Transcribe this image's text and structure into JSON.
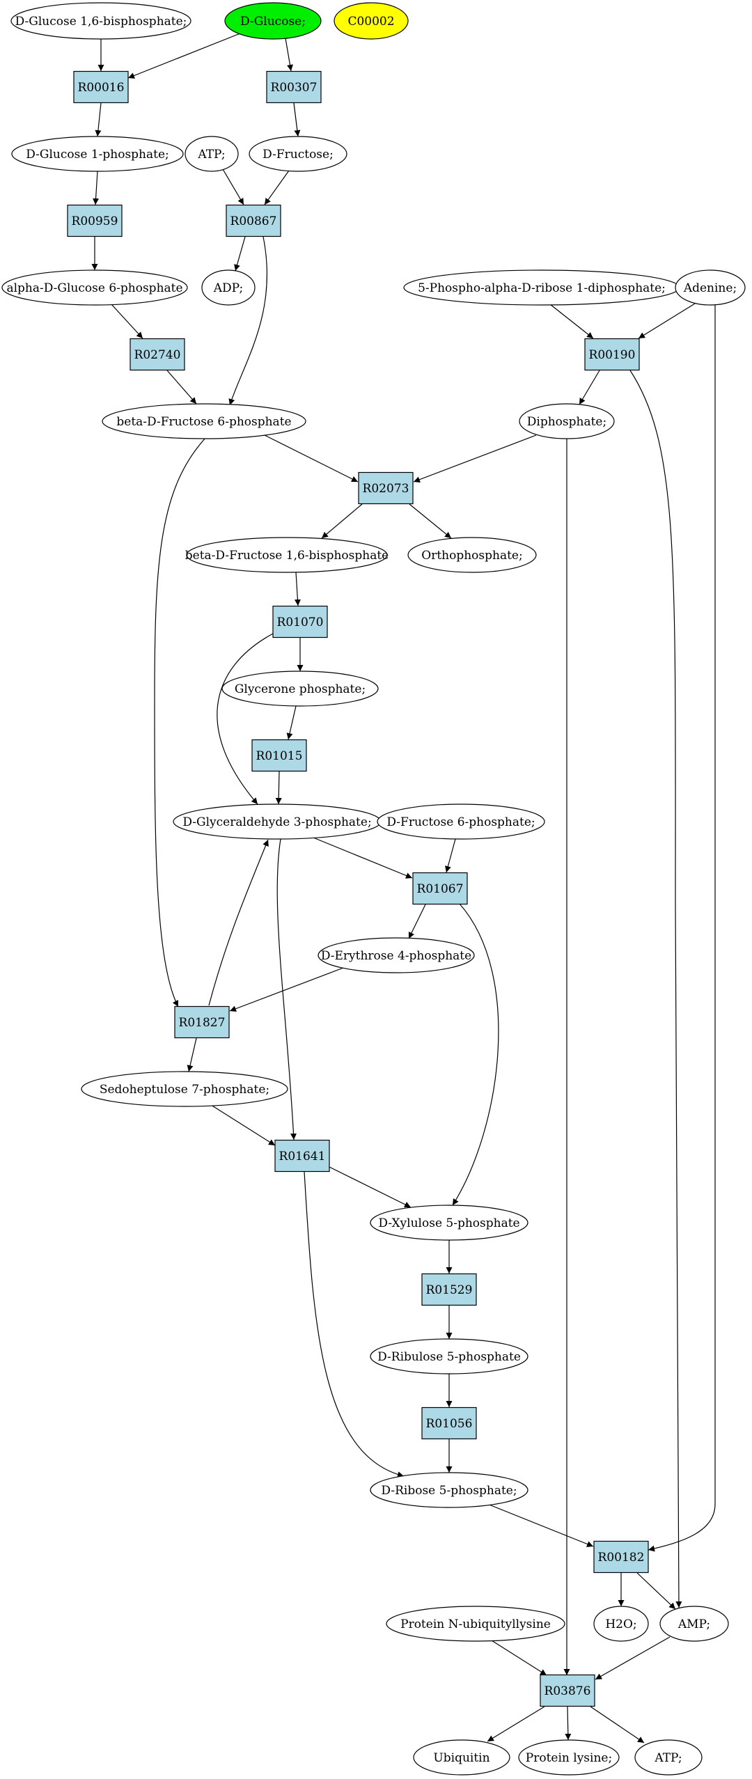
{
  "colors": {
    "compound_fill": "#ffffff",
    "reaction_fill": "#add8e6",
    "highlight_green": "#00ee00",
    "highlight_yellow": "#ffff00",
    "edge": "#000000"
  },
  "compounds": {
    "d_glucose_16bp": "D-Glucose 1,6-bisphosphate;",
    "d_glucose": "D-Glucose;",
    "c00002": "C00002",
    "d_glucose_1p": "D-Glucose 1-phosphate;",
    "atp_top": "ATP;",
    "d_fructose": "D-Fructose;",
    "alpha_d_glucose_6p": "alpha-D-Glucose 6-phosphate",
    "adp": "ADP;",
    "prpp": "5-Phospho-alpha-D-ribose 1-diphosphate;",
    "adenine": "Adenine;",
    "beta_d_fructose_6p": "beta-D-Fructose 6-phosphate",
    "diphosphate": "Diphosphate;",
    "beta_d_fructose_16bp": "beta-D-Fructose 1,6-bisphosphate",
    "orthophosphate": "Orthophosphate;",
    "glycerone_p": "Glycerone phosphate;",
    "d_glyceraldehyde_3p": "D-Glyceraldehyde 3-phosphate;",
    "d_fructose_6p": "D-Fructose 6-phosphate;",
    "d_erythrose_4p": "D-Erythrose 4-phosphate",
    "sedoheptulose_7p": "Sedoheptulose 7-phosphate;",
    "d_xylulose_5p": "D-Xylulose 5-phosphate",
    "d_ribulose_5p": "D-Ribulose 5-phosphate",
    "d_ribose_5p": "D-Ribose 5-phosphate;",
    "protein_n_ubiquityllysine": "Protein N-ubiquityllysine",
    "h2o": "H2O;",
    "amp": "AMP;",
    "ubiquitin": "Ubiquitin",
    "protein_lysine": "Protein lysine;",
    "atp_bottom": "ATP;"
  },
  "reactions": {
    "R00016": "R00016",
    "R00307": "R00307",
    "R00959": "R00959",
    "R00867": "R00867",
    "R02740": "R02740",
    "R00190": "R00190",
    "R02073": "R02073",
    "R01070": "R01070",
    "R01015": "R01015",
    "R01067": "R01067",
    "R01827": "R01827",
    "R01641": "R01641",
    "R01529": "R01529",
    "R01056": "R01056",
    "R00182": "R00182",
    "R03876": "R03876"
  }
}
